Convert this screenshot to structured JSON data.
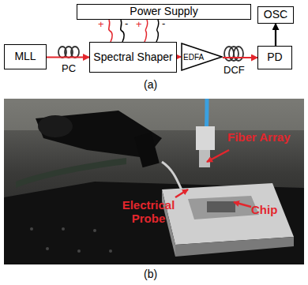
{
  "diagram": {
    "nodes": [
      {
        "text": [
          "Power Supply"
        ]
      },
      {
        "text": [
          "OSC"
        ]
      },
      {
        "text": [
          "MLL"
        ]
      },
      {
        "text": [
          "Spectral Shaper"
        ]
      },
      {
        "text": [
          "EDFA"
        ]
      },
      {
        "text": [
          "PD"
        ]
      }
    ],
    "edges": [
      {
        "from": 2,
        "to": 3,
        "arrow": "to"
      },
      {
        "from": 3,
        "to": 4,
        "arrow": "to"
      },
      {
        "from": 4,
        "to": 5,
        "arrow": "to"
      },
      {
        "from": 5,
        "to": 1,
        "arrow": "to"
      },
      {
        "from": 0,
        "to": 3,
        "arrow": "none"
      },
      {
        "from": 0,
        "to": 3,
        "arrow": "none"
      },
      {
        "from": 0,
        "to": 3,
        "arrow": "none"
      },
      {
        "from": 0,
        "to": 3,
        "arrow": "none"
      }
    ],
    "labels": [
      "+",
      "-",
      "+",
      "-",
      "PC",
      "DCF",
      "(a)",
      "Fiber Array",
      "Electrical Probe",
      "Chip",
      "(b)"
    ]
  }
}
